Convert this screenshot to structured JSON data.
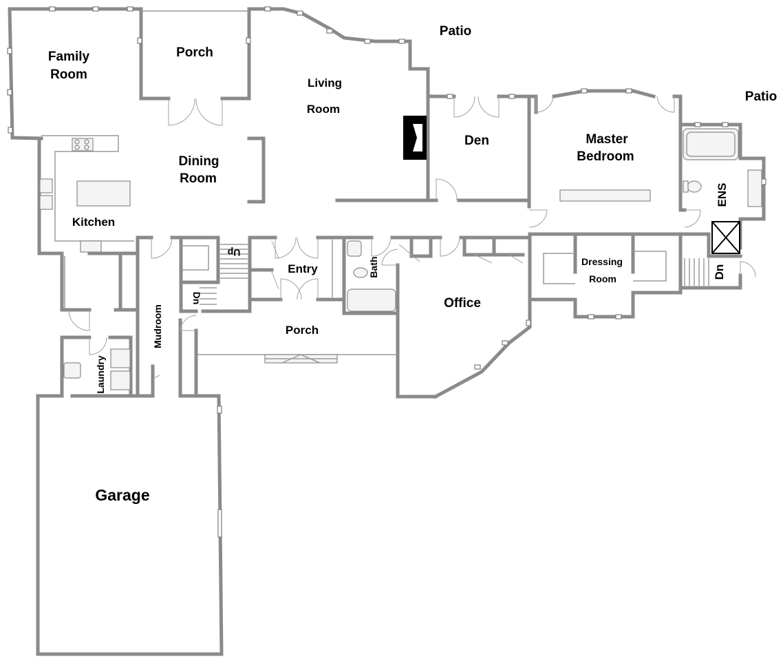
{
  "rooms": {
    "family_room_1": "Family",
    "family_room_2": "Room",
    "porch_top": "Porch",
    "living_1": "Living",
    "living_2": "Room",
    "patio_1": "Patio",
    "patio_2": "Patio",
    "den": "Den",
    "master_1": "Master",
    "master_2": "Bedroom",
    "dining_1": "Dining",
    "dining_2": "Room",
    "kitchen": "Kitchen",
    "ens": "ENS",
    "up": "Up",
    "dn_1": "Dn",
    "dn_2": "Dn",
    "entry": "Entry",
    "bath": "Bath",
    "office": "Office",
    "dressing_1": "Dressing",
    "dressing_2": "Room",
    "mudroom": "Mudroom",
    "porch_bottom": "Porch",
    "laundry": "Laundry",
    "garage": "Garage"
  },
  "colors": {
    "wall": "#8a8a8a",
    "fireplace": "#000000",
    "background": "#ffffff"
  }
}
